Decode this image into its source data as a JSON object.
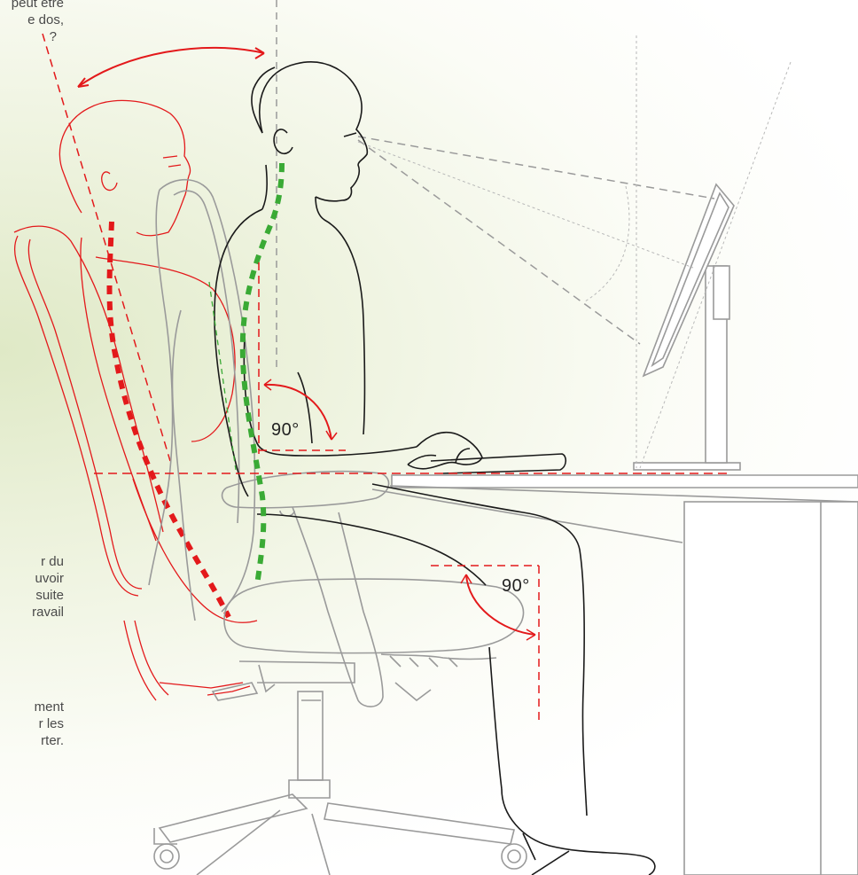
{
  "text_fragments": {
    "top": [
      "peut être",
      "e dos,",
      "?"
    ],
    "middle": [
      "r du",
      "uvoir",
      "suite",
      "ravail"
    ],
    "bottom": [
      "ment",
      "r les",
      "rter."
    ]
  },
  "angles": {
    "elbow": "90°",
    "knee": "90°"
  },
  "colors": {
    "correct_posture": "#3aaa35",
    "incorrect_posture": "#e3191b",
    "furniture_outline": "#9a9a9a",
    "person_outline": "#1a1a1a",
    "sightline": "#9a9a9a"
  }
}
